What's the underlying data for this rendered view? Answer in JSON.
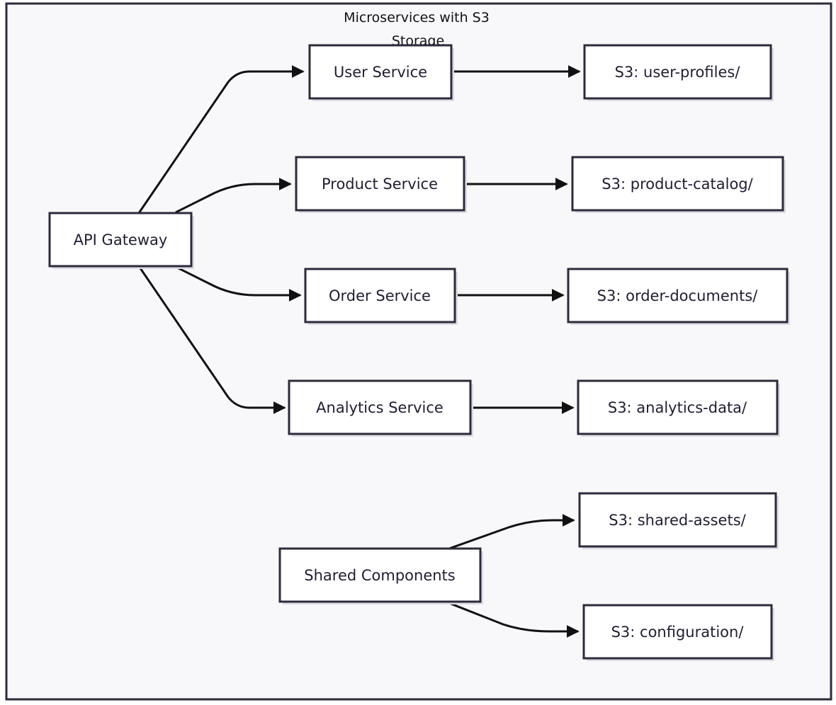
{
  "diagram": {
    "cluster": {
      "title_line1": "Microservices with S3",
      "title_line2": "Storage"
    },
    "nodes": {
      "api_gateway": "API Gateway",
      "user_service": "User Service",
      "product_service": "Product Service",
      "order_service": "Order Service",
      "analytics_service": "Analytics Service",
      "shared_components": "Shared Components",
      "s3_user_profiles": "S3: user-profiles/",
      "s3_product_catalog": "S3: product-catalog/",
      "s3_order_documents": "S3: order-documents/",
      "s3_analytics_data": "S3: analytics-data/",
      "s3_shared_assets": "S3: shared-assets/",
      "s3_configuration": "S3: configuration/"
    },
    "edges": [
      {
        "from": "API Gateway",
        "to": "User Service"
      },
      {
        "from": "API Gateway",
        "to": "Product Service"
      },
      {
        "from": "API Gateway",
        "to": "Order Service"
      },
      {
        "from": "API Gateway",
        "to": "Analytics Service"
      },
      {
        "from": "User Service",
        "to": "S3: user-profiles/"
      },
      {
        "from": "Product Service",
        "to": "S3: product-catalog/"
      },
      {
        "from": "Order Service",
        "to": "S3: order-documents/"
      },
      {
        "from": "Analytics Service",
        "to": "S3: analytics-data/"
      },
      {
        "from": "Shared Components",
        "to": "S3: shared-assets/"
      },
      {
        "from": "Shared Components",
        "to": "S3: configuration/"
      }
    ],
    "colors": {
      "cluster_fill": "#f8f8fb",
      "node_fill": "#ffffff",
      "stroke": "#2b2b3b",
      "shadow": "#dcdce4",
      "edge": "#111111"
    }
  }
}
